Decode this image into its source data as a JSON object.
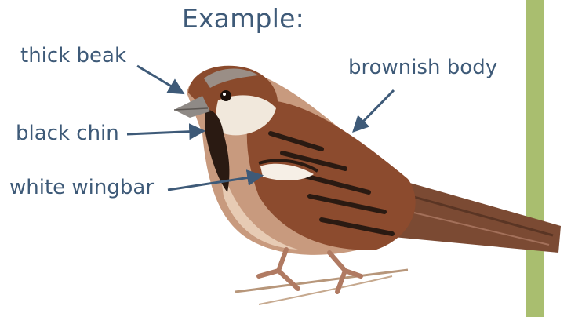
{
  "title": "Example:",
  "labels": {
    "thick_beak": "thick beak",
    "brownish_body": "brownish body",
    "black_chin": "black chin",
    "white_wingbar": "white wingbar"
  },
  "colors": {
    "label_text": "#3e5a78",
    "arrow": "#3e5a78",
    "post": "#a9be6f",
    "bird_brown": "#8a4a2c",
    "bird_dark": "#2a1a12",
    "bird_cream": "#f1e8dc"
  }
}
